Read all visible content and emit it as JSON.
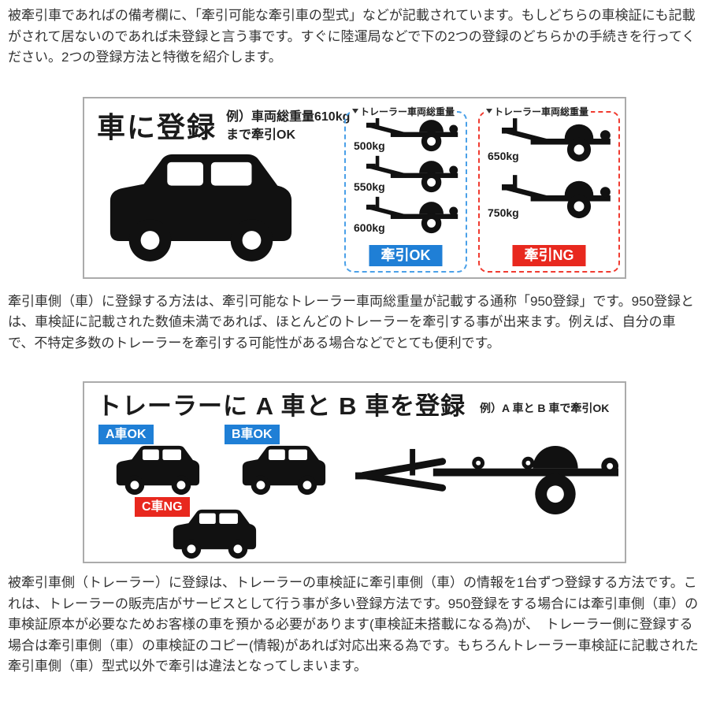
{
  "colors": {
    "ok_blue": "#1f7fd6",
    "ok_border_blue": "#4aa0e8",
    "ng_red": "#e8281e",
    "ng_border_red": "#f03b30",
    "text": "#333333",
    "box_border": "#ababab"
  },
  "intro_paragraph": "被牽引車であればの備考欄に、「牽引可能な牽引車の型式」などが記載されています。もしどちらの車検証にも記載がされて居ないのであれば未登録と言う事です。すぐに陸運局などで下の2つの登録のどちらかの手続きを行ってください。2つの登録方法と特徴を紹介します。",
  "car_registration_box": {
    "title": "車に登録",
    "example_line1": "例）車両総重量610kg",
    "example_line2": "まで牽引OK",
    "ok_panel": {
      "label": "トレーラー車両総重量",
      "trailers": [
        {
          "weight": "500kg"
        },
        {
          "weight": "550kg"
        },
        {
          "weight": "600kg"
        }
      ],
      "badge": "牽引OK"
    },
    "ng_panel": {
      "label": "トレーラー車両総重量",
      "trailers": [
        {
          "weight": "650kg"
        },
        {
          "weight": "750kg"
        }
      ],
      "badge": "牽引NG"
    }
  },
  "middle_paragraph": "牽引車側（車）に登録する方法は、牽引可能なトレーラー車両総重量が記載する通称「950登録」です。950登録とは、車検証に記載された数値未満であれば、ほとんどのトレーラーを牽引する事が出来ます。例えば、自分の車で、不特定多数のトレーラーを牽引する可能性がある場合などでとても便利です。",
  "trailer_registration_box": {
    "title": "トレーラーに A 車と B 車を登録",
    "example": "例）A 車と B 車で牽引OK",
    "car_a_badge": "A車OK",
    "car_b_badge": "B車OK",
    "car_c_badge": "C車NG"
  },
  "outro_paragraph": "被牽引車側（トレーラー）に登録は、トレーラーの車検証に牽引車側（車）の情報を1台ずつ登録する方法です。これは、トレーラーの販売店がサービスとして行う事が多い登録方法です。950登録をする場合には牽引車側（車）の車検証原本が必要なためお客様の車を預かる必要があります(車検証未搭載になる為)が、　トレーラー側に登録する場合は牽引車側（車）の車検証のコピー(情報)があれば対応出来る為です。もちろんトレーラー車検証に記載された牽引車側（車）型式以外で牽引は違法となってしまいます。"
}
